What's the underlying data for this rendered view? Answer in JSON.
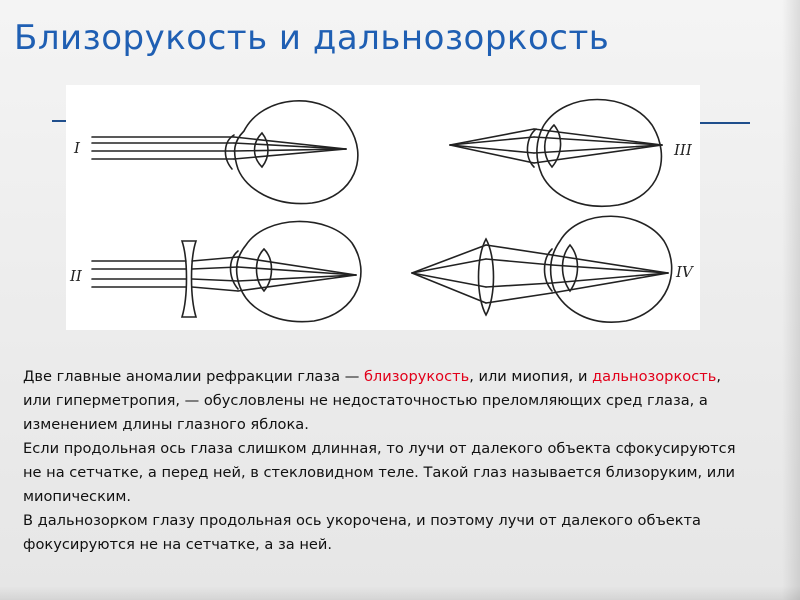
{
  "slide": {
    "title": "Близорукость и дальнозоркость"
  },
  "figure": {
    "labels": {
      "one": "I",
      "two": "II",
      "three": "III",
      "four": "IV"
    }
  },
  "text": {
    "p1_a": "Две главные аномалии рефракции глаза — ",
    "p1_term1": "близорукость",
    "p1_b": ", или миопия, и ",
    "p1_term2": "дальнозоркость",
    "p1_c": ", или гиперметропия, — обусловлены не недостаточностью преломляющих сред глаза, а изменением длины глазного яблока.",
    "p2": "Если продольная ось глаза слишком длинная, то лучи от далекого объекта сфокусируются не на сетчатке, а перед ней, в стекловидном теле. Такой глаз называется близоруким, или миопическим.",
    "p3": "В дальнозорком глазу продольная ось укорочена, и поэтому лучи от далекого объекта фокусируются не на сетчатке, а за ней."
  },
  "colors": {
    "title": "#1f5fb3",
    "highlight": "#e2001a",
    "body_text": "#111111"
  }
}
